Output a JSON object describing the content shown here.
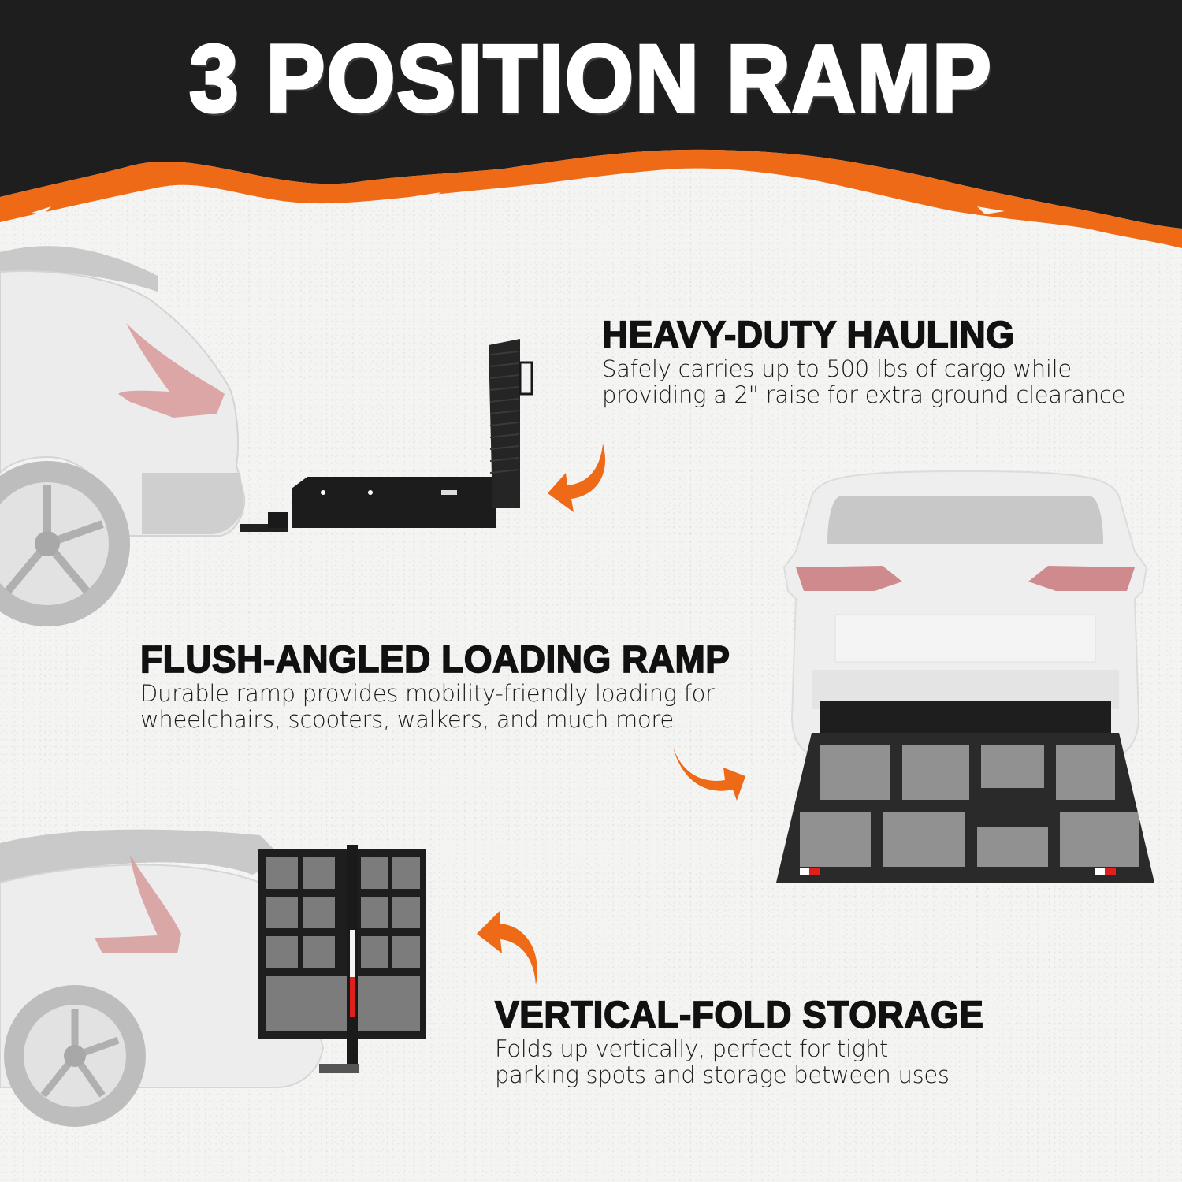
{
  "page": {
    "title": "3 POSITION RAMP",
    "colors": {
      "header_black": "#1e1e1e",
      "accent_orange": "#ee6a17",
      "background": "#f4f4f2",
      "text_dark": "#111111",
      "reflector_red": "#e0201c"
    }
  },
  "features": [
    {
      "heading": "HEAVY-DUTY HAULING",
      "lines": [
        "Safely carries up to 500 lbs of cargo while",
        "providing a 2\" raise for extra ground clearance"
      ]
    },
    {
      "heading": "FLUSH-ANGLED LOADING RAMP",
      "lines": [
        "Durable ramp provides mobility-friendly loading for",
        "wheelchairs, scooters, walkers, and much more"
      ]
    },
    {
      "heading": "VERTICAL-FOLD STORAGE",
      "lines": [
        "Folds up vertically, perfect for tight",
        "parking spots and storage between uses"
      ]
    }
  ],
  "illustrations": [
    {
      "name": "suv-side-with-ramp-carrier-raised-ramp",
      "icon": "carrier-l-shape"
    },
    {
      "name": "suv-rear-with-ramp-lowered",
      "icon": "carrier-ramp-flat"
    },
    {
      "name": "suv-side-with-carrier-folded-vertical",
      "icon": "carrier-folded"
    }
  ],
  "arrows": [
    {
      "name": "curved-arrow-left-down",
      "color": "#ee6a17"
    },
    {
      "name": "curved-arrow-right-down",
      "color": "#ee6a17"
    },
    {
      "name": "curved-arrow-left-up",
      "color": "#ee6a17"
    }
  ]
}
